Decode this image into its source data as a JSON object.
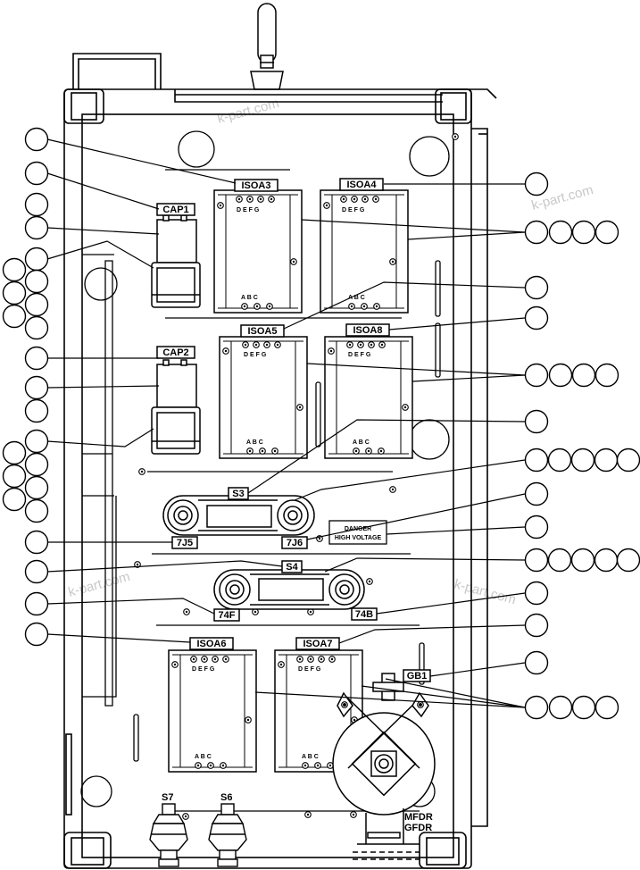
{
  "labels": {
    "isoa3": "ISOA3",
    "isoa4": "ISOA4",
    "isoa5": "ISOA5",
    "isoa8": "ISOA8",
    "isoa6": "ISOA6",
    "isoa7": "ISOA7",
    "cap1": "CAP1",
    "cap2": "CAP2",
    "s3": "S3",
    "s4": "S4",
    "s6": "S6",
    "s7": "S7",
    "j5": "7J5",
    "j6": "7J6",
    "f74": "74F",
    "b74": "74B",
    "gb1": "GB1",
    "mfdr": "MFDR",
    "gfdr": "GFDR",
    "danger1": "DANGER",
    "danger2": "HIGH VOLTAGE",
    "terms_top": "D E F G",
    "terms_bottom": "A B C"
  },
  "watermark": "k-part.com",
  "colors": {
    "line": "#000000",
    "watermark": "#c8c8c8"
  }
}
